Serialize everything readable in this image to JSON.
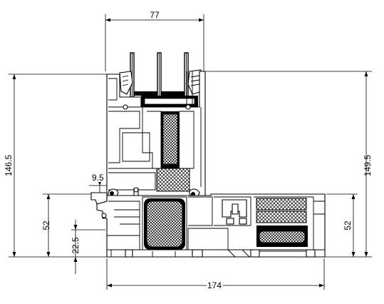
{
  "dimensions": {
    "top_width": "77",
    "left_height": "146.5",
    "right_height": "149.5",
    "small_gap": "9.5",
    "left_lower": "52",
    "right_lower": "52",
    "left_bottom": "22.5",
    "bottom_width": "174"
  },
  "colors": {
    "line": "#000000",
    "background": "#ffffff",
    "hatch": "#000000"
  }
}
